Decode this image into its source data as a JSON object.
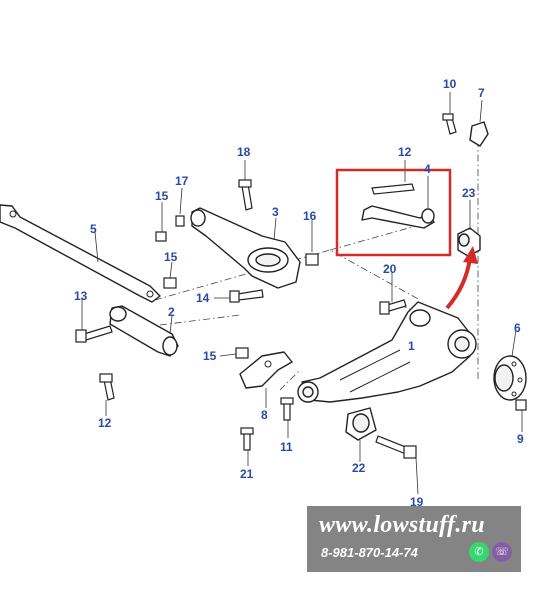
{
  "callouts": [
    {
      "id": "c10",
      "text": "10"
    },
    {
      "id": "c7",
      "text": "7"
    },
    {
      "id": "c12a",
      "text": "12"
    },
    {
      "id": "c4",
      "text": "4"
    },
    {
      "id": "c18",
      "text": "18"
    },
    {
      "id": "c23",
      "text": "23"
    },
    {
      "id": "c15a",
      "text": "15"
    },
    {
      "id": "c17",
      "text": "17"
    },
    {
      "id": "c3",
      "text": "3"
    },
    {
      "id": "c16",
      "text": "16"
    },
    {
      "id": "c5",
      "text": "5"
    },
    {
      "id": "c15b",
      "text": "15"
    },
    {
      "id": "c20",
      "text": "20"
    },
    {
      "id": "c13",
      "text": "13"
    },
    {
      "id": "c14",
      "text": "14"
    },
    {
      "id": "c2",
      "text": "2"
    },
    {
      "id": "c6",
      "text": "6"
    },
    {
      "id": "c15c",
      "text": "15"
    },
    {
      "id": "c1",
      "text": "1"
    },
    {
      "id": "c12b",
      "text": "12"
    },
    {
      "id": "c8",
      "text": "8"
    },
    {
      "id": "c11",
      "text": "11"
    },
    {
      "id": "c9",
      "text": "9"
    },
    {
      "id": "c22",
      "text": "22"
    },
    {
      "id": "c21",
      "text": "21"
    },
    {
      "id": "c19",
      "text": "19"
    }
  ],
  "watermark": {
    "site": "www.lowstuff.ru",
    "phone": "8-981-870-14-74",
    "whatsapp_glyph": "✆",
    "viber_glyph": "☏"
  },
  "colors": {
    "callout_text": "#2a4aa5",
    "highlight_box": "#d42a2a",
    "arrow": "#d42a2a",
    "watermark_bg": "#7a7a7a",
    "whatsapp": "#25d366",
    "viber": "#7b519d"
  },
  "icons": {
    "whatsapp": "whatsapp-icon",
    "viber": "viber-icon"
  }
}
